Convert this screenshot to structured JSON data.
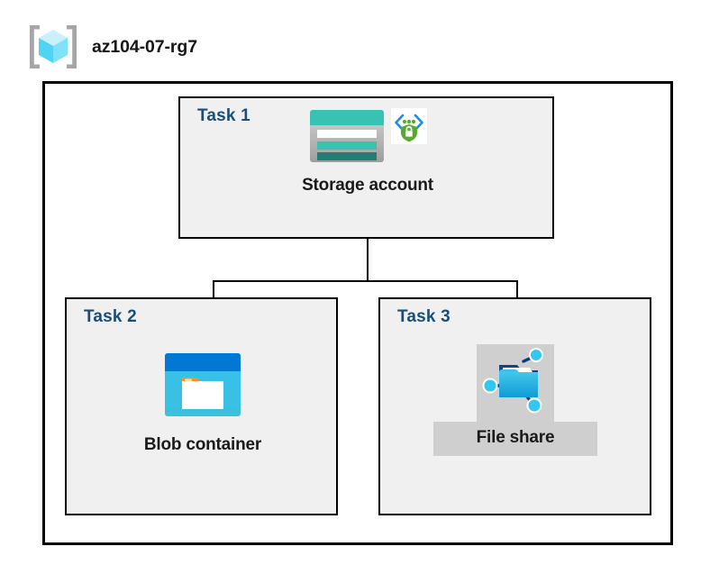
{
  "resource_group": {
    "icon": "azure-resource-group-cube-icon",
    "name": "az104-07-rg7"
  },
  "tasks": [
    {
      "label": "Task 1",
      "node": {
        "caption": "Storage account",
        "icon": "storage-account-icon",
        "badge_icon": "secure-endpoint-shield-lock-icon"
      }
    },
    {
      "label": "Task 2",
      "node": {
        "caption": "Blob container",
        "icon": "blob-container-icon"
      }
    },
    {
      "label": "Task 3",
      "node": {
        "caption": "File share",
        "icon": "file-share-icon"
      }
    }
  ],
  "colors": {
    "task_label": "#1b4e76",
    "panel_background": "#f0f0f0",
    "panel_border": "#000000",
    "canvas_background": "#ffffff",
    "highlight_background": "#cfcfcf",
    "storage_teal": "#37c2b1",
    "storage_teal_dark": "#227d72",
    "storage_gray": "#b3b3b3",
    "blob_header_blue": "#0078d4",
    "blob_body_cyan": "#32bedd",
    "blob_tab_orange": "#f7941e",
    "fileshare_blue": "#32bedd",
    "fileshare_dark_blue": "#0a3a87",
    "shield_green": "#5aa832",
    "bracket_gray": "#a0a0a0",
    "cube_cyan": "#9ce7fb"
  }
}
